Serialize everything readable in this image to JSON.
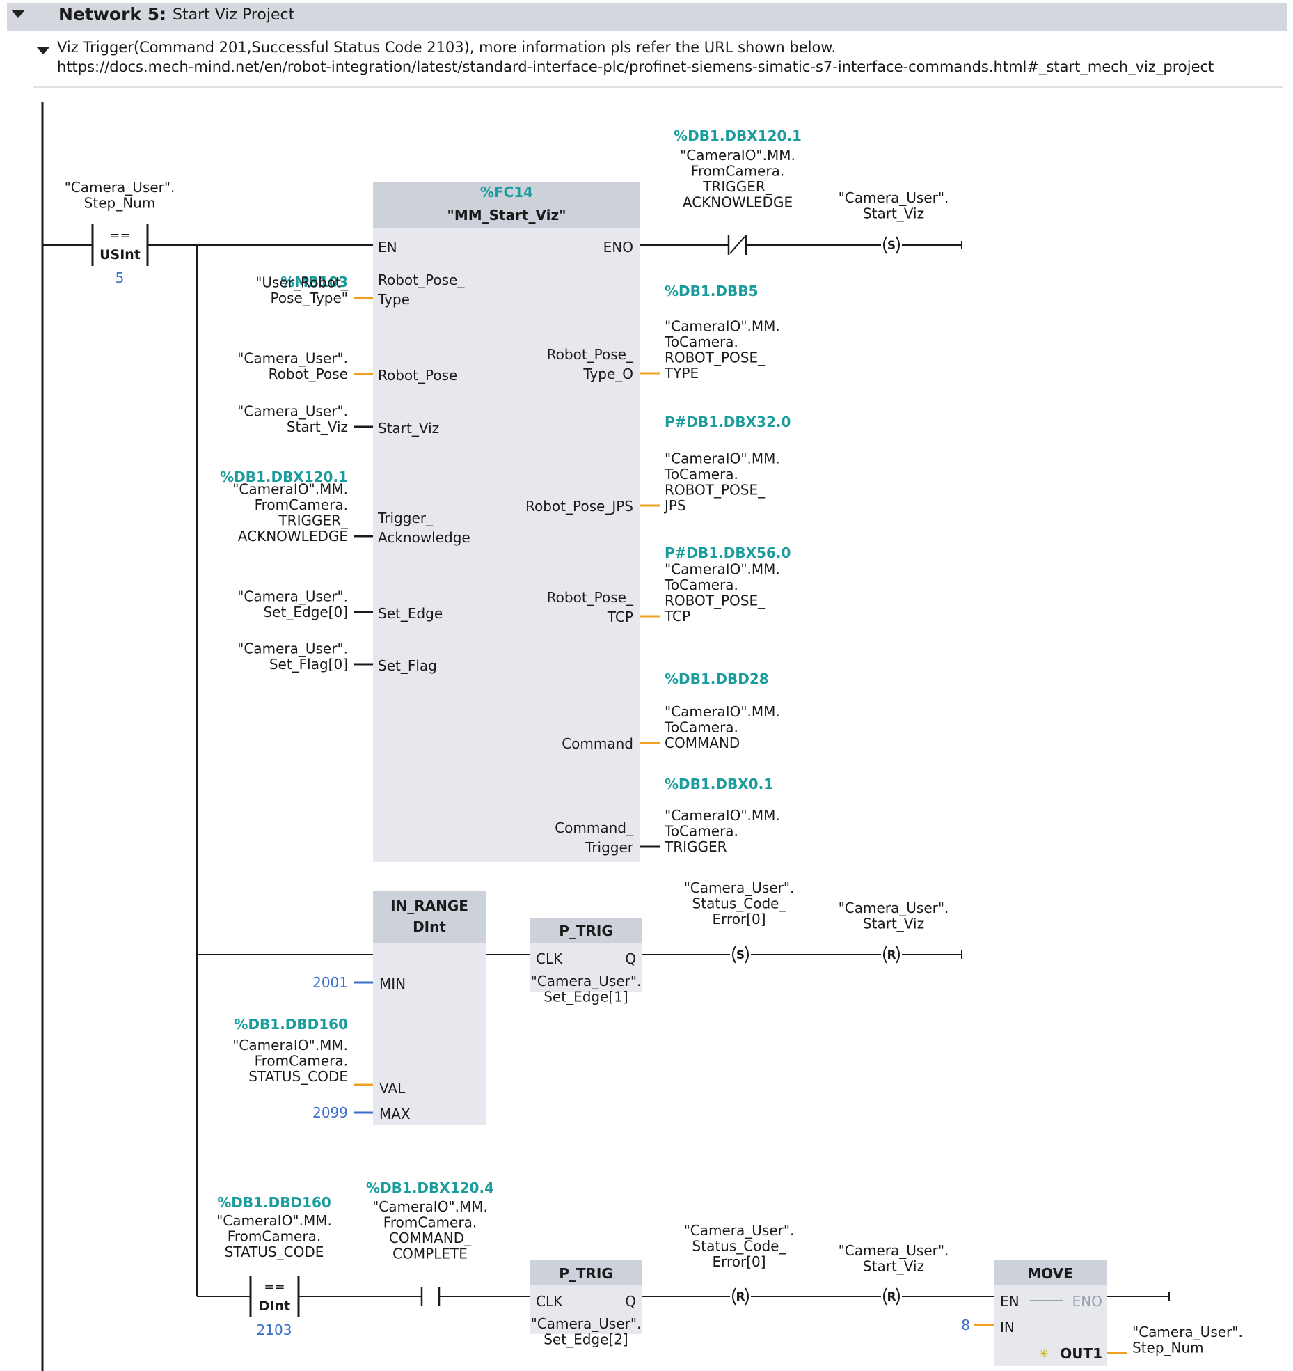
{
  "network": {
    "label": "Network 5:",
    "title": "Start Viz Project",
    "comment": [
      "Viz Trigger(Command 201,Successful Status Code 2103), more information pls refer the URL shown below.",
      "https://docs.mech-mind.net/en/robot-integration/latest/standard-interface-plc/profinet-siemens-simatic-s7-interface-commands.html#_start_mech_viz_project"
    ]
  },
  "colors": {
    "address": "#1a9c9c",
    "literal": "#3a6fc9",
    "wire": "#f0a020",
    "box": "#e6e8ee",
    "box_header": "#cdd1d9"
  },
  "rung1": {
    "cmp": {
      "op": "==",
      "type": "USInt",
      "operand": [
        "\"Camera_User\".",
        "Step_Num"
      ],
      "value": "5"
    },
    "fc": {
      "address": "%FC14",
      "name": "\"MM_Start_Viz\"",
      "en": "EN",
      "eno": "ENO",
      "inputs": [
        {
          "pin": [
            "Robot_Pose_",
            "Type"
          ],
          "address": "%MB103",
          "tag": [
            "\"User_Robot_",
            "Pose_Type\""
          ]
        },
        {
          "pin": [
            "Robot_Pose"
          ],
          "address": "",
          "tag": [
            "\"Camera_User\".",
            "Robot_Pose"
          ]
        },
        {
          "pin": [
            "Start_Viz"
          ],
          "address": "",
          "tag": [
            "\"Camera_User\".",
            "Start_Viz"
          ]
        },
        {
          "pin": [
            "Trigger_",
            "Acknowledge"
          ],
          "address": "%DB1.DBX120.1",
          "tag": [
            "\"CameraIO\".MM.",
            "FromCamera.",
            "TRIGGER_",
            "ACKNOWLEDGE"
          ]
        },
        {
          "pin": [
            "Set_Edge"
          ],
          "address": "",
          "tag": [
            "\"Camera_User\".",
            "Set_Edge[0]"
          ]
        },
        {
          "pin": [
            "Set_Flag"
          ],
          "address": "",
          "tag": [
            "\"Camera_User\".",
            "Set_Flag[0]"
          ]
        }
      ],
      "outputs": [
        {
          "pin": [
            "Robot_Pose_",
            "Type_O"
          ],
          "address": "%DB1.DBB5",
          "tag": [
            "\"CameraIO\".MM.",
            "ToCamera.",
            "ROBOT_POSE_",
            "TYPE"
          ]
        },
        {
          "pin": [
            "Robot_Pose_JPS"
          ],
          "address": "P#DB1.DBX32.0",
          "tag": [
            "\"CameraIO\".MM.",
            "ToCamera.",
            "ROBOT_POSE_",
            "JPS"
          ]
        },
        {
          "pin": [
            "Robot_Pose_",
            "TCP"
          ],
          "address": "P#DB1.DBX56.0",
          "tag": [
            "\"CameraIO\".MM.",
            "ToCamera.",
            "ROBOT_POSE_",
            "TCP"
          ]
        },
        {
          "pin": [
            "Command"
          ],
          "address": "%DB1.DBD28",
          "tag": [
            "\"CameraIO\".MM.",
            "ToCamera.",
            "COMMAND"
          ]
        },
        {
          "pin": [
            "Command_",
            "Trigger"
          ],
          "address": "%DB1.DBX0.1",
          "tag": [
            "\"CameraIO\".MM.",
            "ToCamera.",
            "TRIGGER"
          ]
        }
      ]
    },
    "nc_contact": {
      "address": "%DB1.DBX120.1",
      "tag": [
        "\"CameraIO\".MM.",
        "FromCamera.",
        "TRIGGER_",
        "ACKNOWLEDGE"
      ]
    },
    "coil": {
      "letter": "S",
      "tag": [
        "\"Camera_User\".",
        "Start_Viz"
      ]
    }
  },
  "rung2": {
    "in_range": {
      "name": "IN_RANGE",
      "type": "DInt",
      "min_pin": "MIN",
      "val_pin": "VAL",
      "max_pin": "MAX",
      "min": "2001",
      "max": "2099",
      "val_address": "%DB1.DBD160",
      "val_tag": [
        "\"CameraIO\".MM.",
        "FromCamera.",
        "STATUS_CODE"
      ]
    },
    "ptrig": {
      "name": "P_TRIG",
      "clk": "CLK",
      "q": "Q",
      "tag": [
        "\"Camera_User\".",
        "Set_Edge[1]"
      ]
    },
    "coil1": {
      "letter": "S",
      "tag": [
        "\"Camera_User\".",
        "Status_Code_",
        "Error[0]"
      ]
    },
    "coil2": {
      "letter": "R",
      "tag": [
        "\"Camera_User\".",
        "Start_Viz"
      ]
    }
  },
  "rung3": {
    "cmp": {
      "op": "==",
      "type": "DInt",
      "address": "%DB1.DBD160",
      "tag": [
        "\"CameraIO\".MM.",
        "FromCamera.",
        "STATUS_CODE"
      ],
      "value": "2103"
    },
    "contact": {
      "address": "%DB1.DBX120.4",
      "tag": [
        "\"CameraIO\".MM.",
        "FromCamera.",
        "COMMAND_",
        "COMPLETE"
      ]
    },
    "ptrig": {
      "name": "P_TRIG",
      "clk": "CLK",
      "q": "Q",
      "tag": [
        "\"Camera_User\".",
        "Set_Edge[2]"
      ]
    },
    "coil1": {
      "letter": "R",
      "tag": [
        "\"Camera_User\".",
        "Status_Code_",
        "Error[0]"
      ]
    },
    "coil2": {
      "letter": "R",
      "tag": [
        "\"Camera_User\".",
        "Start_Viz"
      ]
    },
    "move": {
      "name": "MOVE",
      "en": "EN",
      "eno": "ENO",
      "in_pin": "IN",
      "out_pin": "OUT1",
      "in": "8",
      "out_tag": [
        "\"Camera_User\".",
        "Step_Num"
      ]
    }
  }
}
